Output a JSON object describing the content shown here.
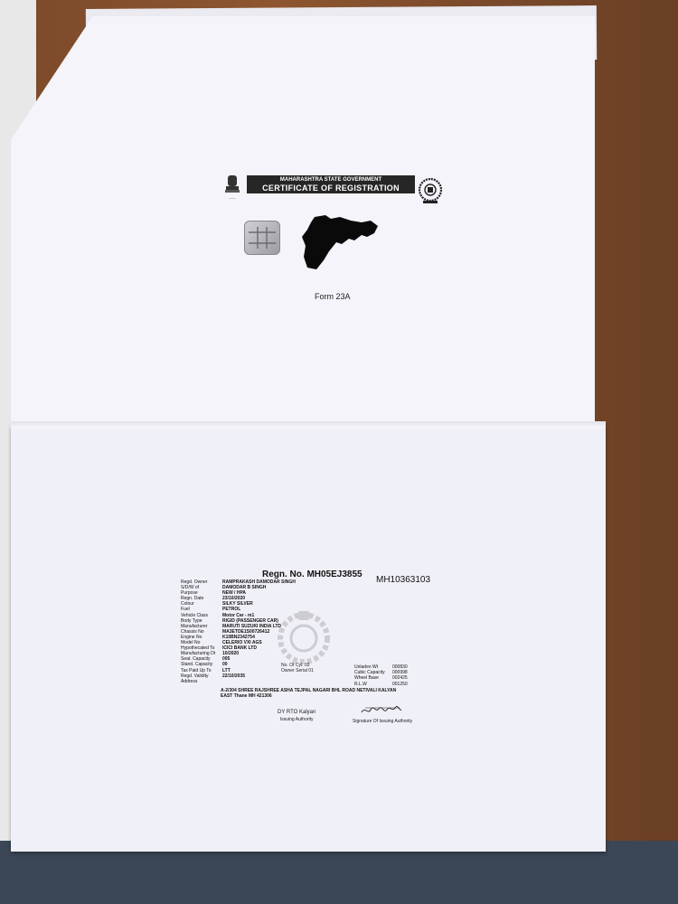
{
  "header": {
    "line1": "MAHARASHTRA STATE GOVERNMENT",
    "line2": "CERTIFICATE OF REGISTRATION"
  },
  "form_title": "Form 23A",
  "registration": {
    "regn_no": "Regn. No. MH05EJ3855",
    "code": "MH10363103",
    "fields": [
      {
        "label": "Regd. Owner",
        "value": "RAMPRAKASH DAMODAR SINGH"
      },
      {
        "label": "S/D/W of",
        "value": "DAMODAR B SINGH"
      },
      {
        "label": "Purpose",
        "value": "NEW / HPA"
      },
      {
        "label": "Regn. Date",
        "value": "23/10/2020"
      },
      {
        "label": "Colour",
        "value": "SILKY SILVER"
      },
      {
        "label": "Fuel",
        "value": "PETROL"
      },
      {
        "label": "Vehicle Class",
        "value": "Motor Car - m1"
      },
      {
        "label": "Body Type",
        "value": "RIGID (PASSENGER CAR)"
      },
      {
        "label": "Manufacturer",
        "value": "MARUTI SUZUKI INDIA LTD"
      },
      {
        "label": "Chassis No",
        "value": "MA3ETDE1S00726412"
      },
      {
        "label": "Engine No",
        "value": "K10BN2342754"
      },
      {
        "label": "Model No",
        "value": "CELERIO VXI AGS"
      },
      {
        "label": "Hypothecated To",
        "value": "ICICI BANK LTD"
      },
      {
        "label": "Manufacturing Dt",
        "value": "10/2020"
      },
      {
        "label": "Seat. Capacity",
        "value": "005"
      },
      {
        "label": "Stand. Capacity",
        "value": "00"
      },
      {
        "label": "Tax Paid Up To",
        "value": "LTT"
      },
      {
        "label": "Regd. Validity",
        "value": "22/10/2035"
      }
    ],
    "no_cyl_label": "No. Of Cyl.",
    "no_cyl_value": "03",
    "owner_serial_label": "Owner Serial",
    "owner_serial_value": "01",
    "side_fields": [
      {
        "label": "Unladen Wt",
        "value": "000830"
      },
      {
        "label": "Cubic Capacity",
        "value": "000998"
      },
      {
        "label": "Wheel Base",
        "value": "002425"
      },
      {
        "label": "R.L.W",
        "value": "001250"
      }
    ],
    "address_label": "Address",
    "address_value": "A-2/304 SHREE RAJSHREE ASHA TEJPAL NAGARI BHL ROAD NETIVALI KALYAN EAST Thane MH 421306",
    "issuing_office": "DY RTO Kalyan",
    "issuing_authority": "Issuing Authority",
    "signature_label": "Signature Of Issuing Authority"
  }
}
